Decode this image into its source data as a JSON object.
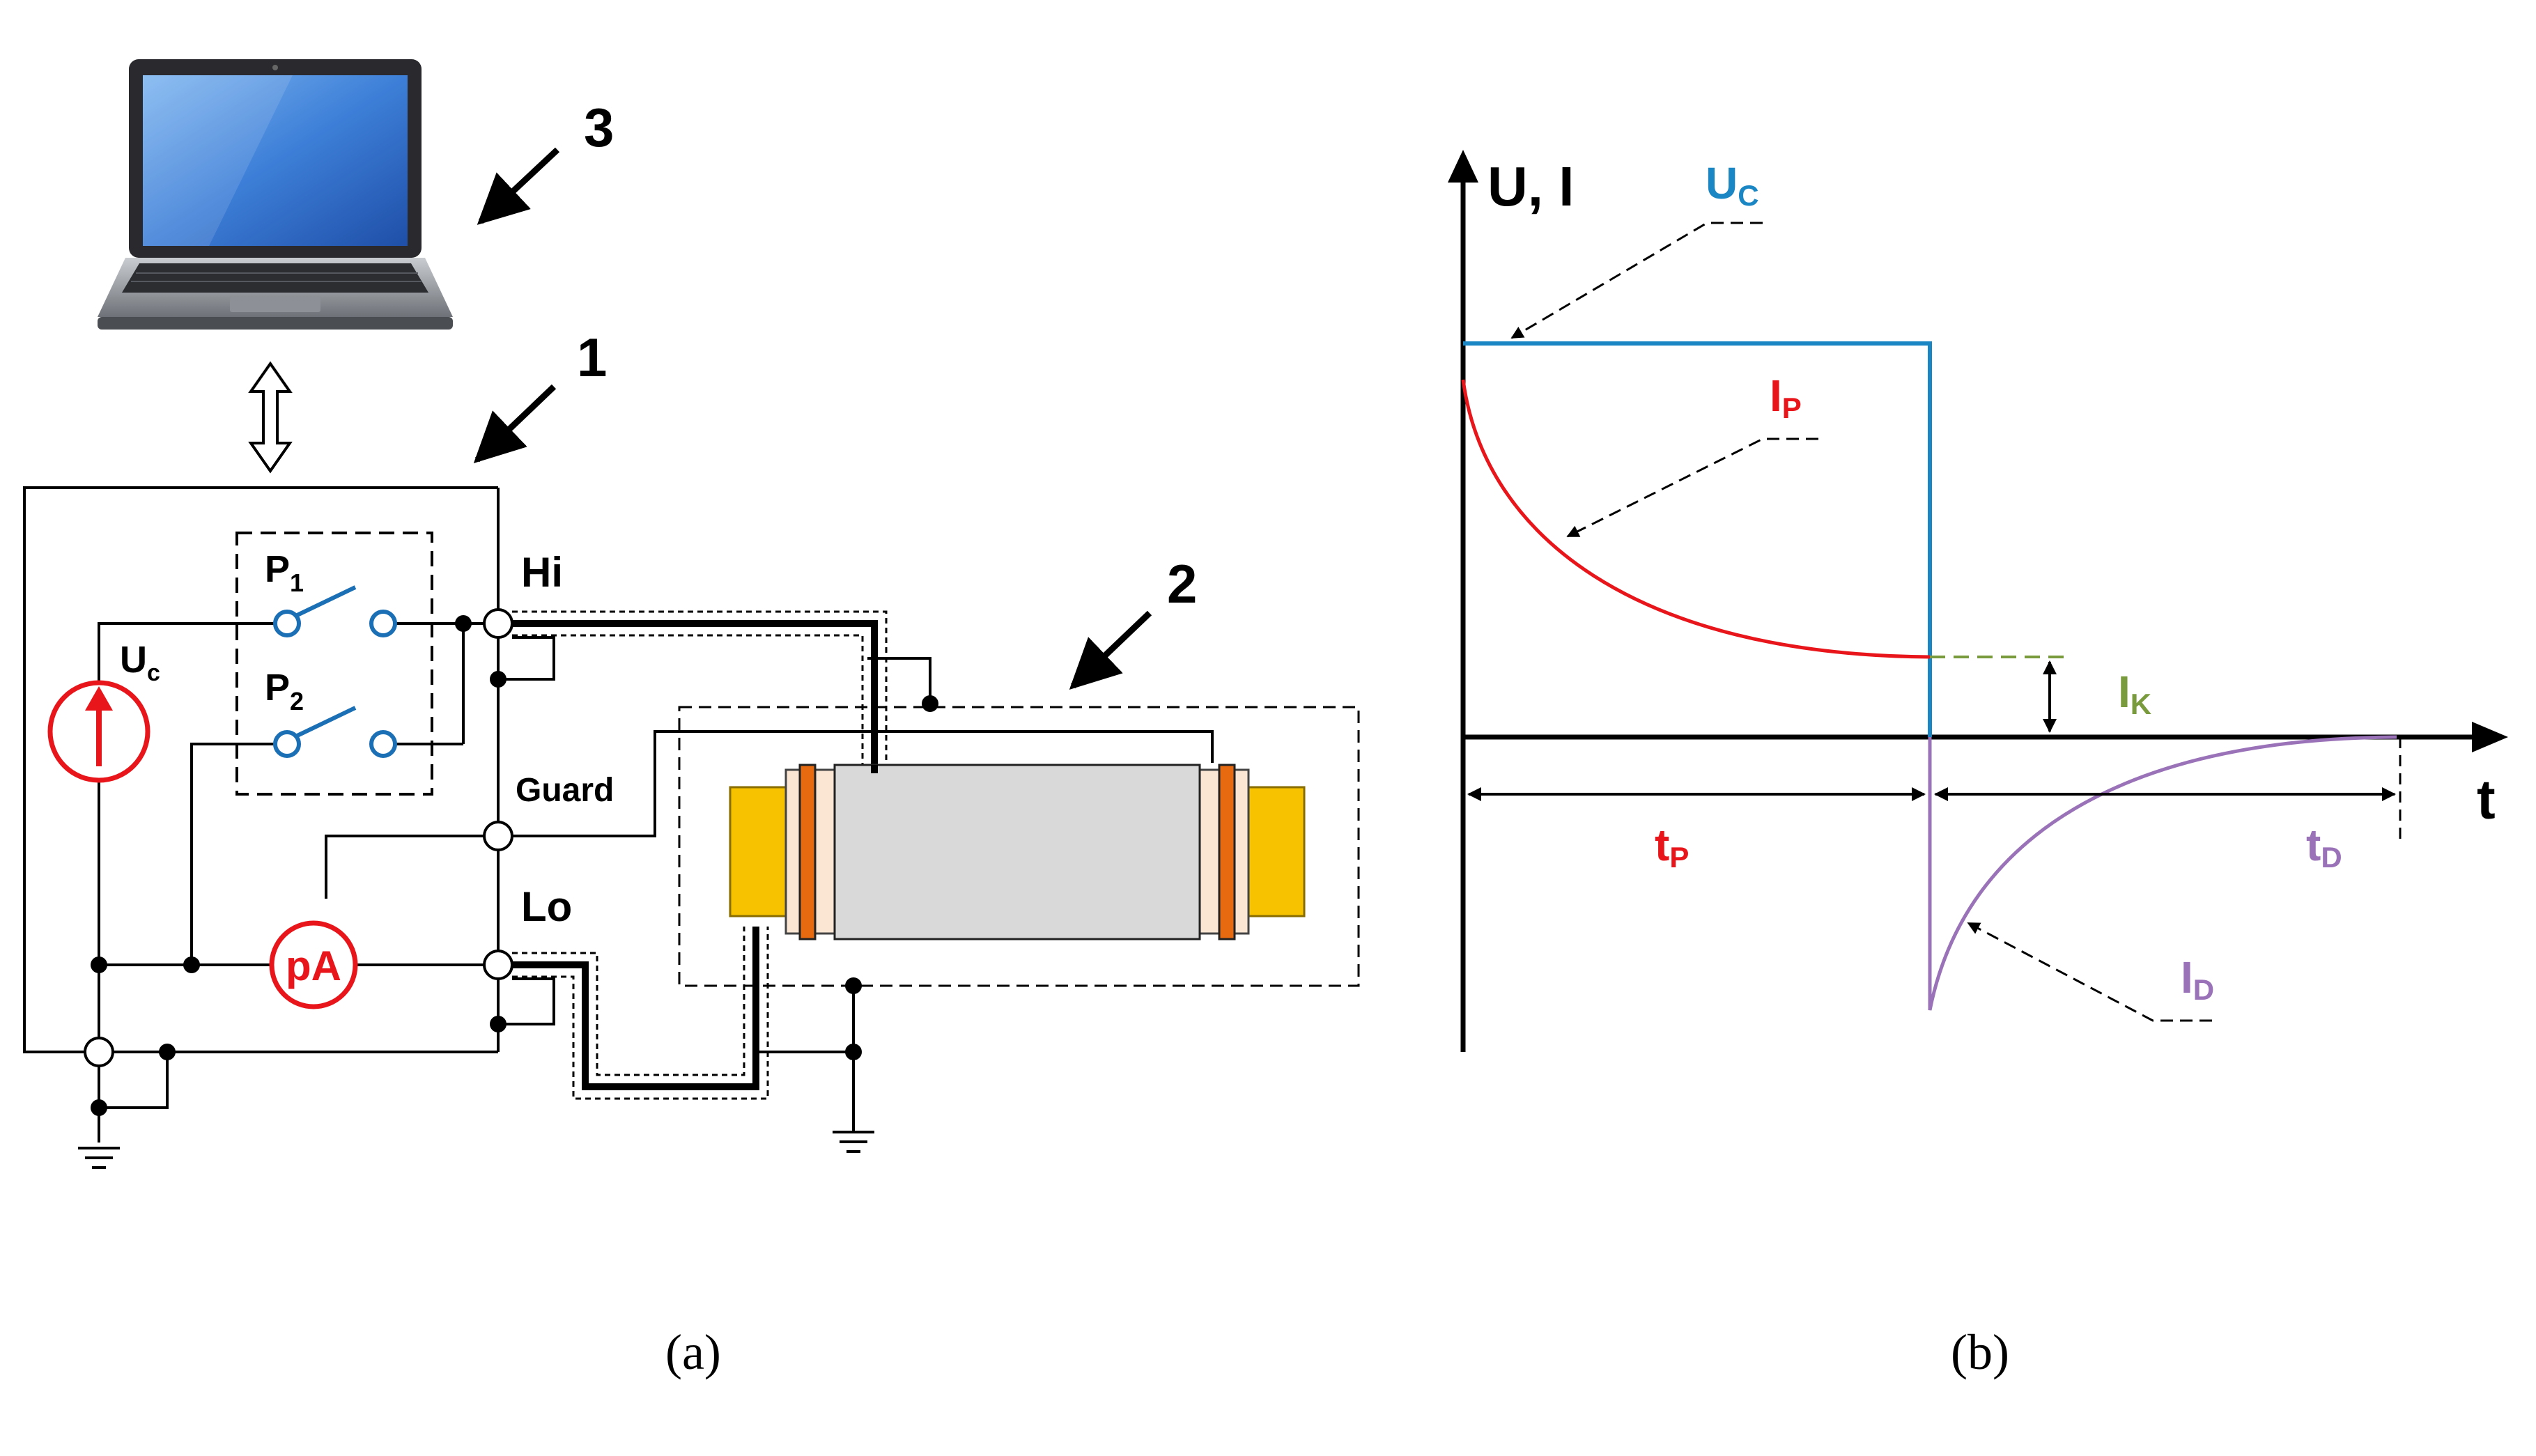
{
  "panel_a": {
    "caption": "(a)",
    "numbers": [
      "3",
      "1",
      "2"
    ],
    "switch1": {
      "main": "P",
      "sub": "1"
    },
    "switch2": {
      "main": "P",
      "sub": "2"
    },
    "source": {
      "main": "U",
      "sub": "c"
    },
    "hi": "Hi",
    "guard": "Guard",
    "lo": "Lo",
    "ammeter": "pA",
    "colors": {
      "red": "#e8161b",
      "blue": "#1a6fb5",
      "yellow": "#f7c200",
      "orange": "#e86a10",
      "cylinder": "#d9d9d9"
    }
  },
  "panel_b": {
    "caption": "(b)",
    "y_axis": "U, I",
    "x_axis": "t",
    "uc": {
      "main": "U",
      "sub": "C"
    },
    "ip": {
      "main": "I",
      "sub": "P"
    },
    "ik": {
      "main": "I",
      "sub": "K"
    },
    "id": {
      "main": "I",
      "sub": "D"
    },
    "tp": {
      "main": "t",
      "sub": "P"
    },
    "td": {
      "main": "t",
      "sub": "D"
    },
    "colors": {
      "voltage": "#1a86c4",
      "polarization": "#e8161b",
      "conduction": "#7a9a3e",
      "depolarization": "#9a72b8"
    }
  }
}
